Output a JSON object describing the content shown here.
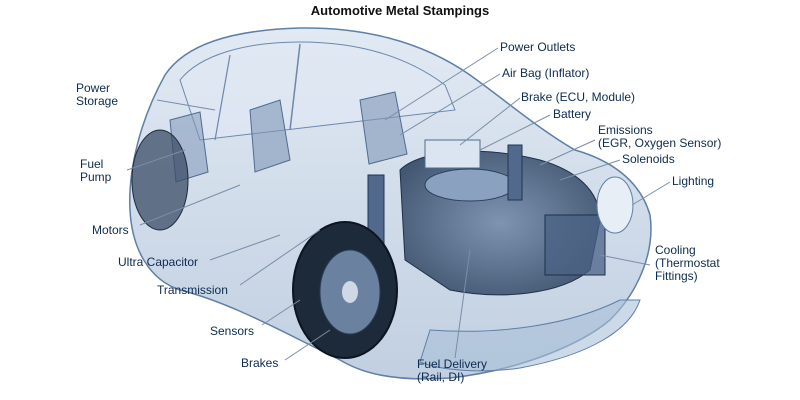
{
  "title": "Automotive Metal Stampings",
  "colors": {
    "label_text": "#0d2b4e",
    "leader_line": "#7a8ea6",
    "car_body": "#9fb7d4",
    "car_outline": "#5f7fa6",
    "tire": "#1d2a3a"
  },
  "image": "car-xray-illustration",
  "labels": {
    "power_storage": [
      "Power",
      "Storage"
    ],
    "fuel_pump": [
      "Fuel",
      "Pump"
    ],
    "motors": "Motors",
    "ultra_capacitor": "Ultra Capacitor",
    "transmission": "Transmission",
    "sensors": "Sensors",
    "brakes": "Brakes",
    "fuel_delivery": [
      "Fuel Delivery",
      "(Rail, DI)"
    ],
    "power_outlets": "Power Outlets",
    "air_bag": "Air Bag (Inflator)",
    "brake_ecu": "Brake (ECU, Module)",
    "battery": "Battery",
    "emissions": [
      "Emissions",
      "(EGR, Oxygen Sensor)"
    ],
    "solenoids": "Solenoids",
    "lighting": "Lighting",
    "cooling": [
      "Cooling",
      "(Thermostat",
      "Fittings)"
    ]
  }
}
